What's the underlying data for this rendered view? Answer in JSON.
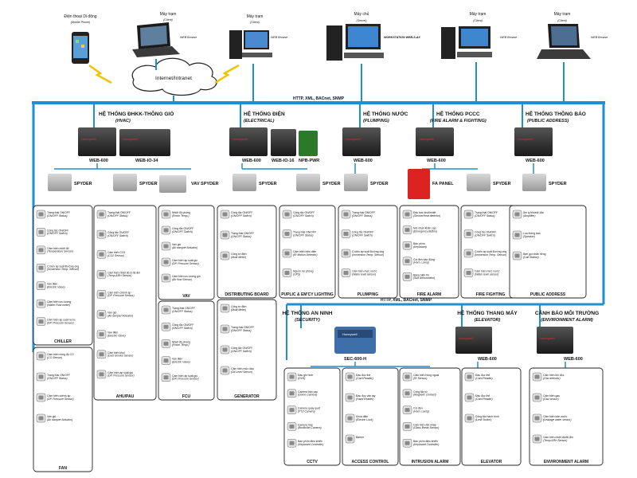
{
  "clients": [
    {
      "name": "Điện thoại Di động",
      "sub": "(Mobile Phone)"
    },
    {
      "name": "Máy trạm",
      "sub": "(Client)",
      "extra": "WEB Browse"
    },
    {
      "name": "Máy trạm",
      "sub": "(Client)",
      "extra": "WEB Browse"
    },
    {
      "name": "Máy chủ",
      "sub": "(Server)",
      "extra": "WORKSTATION WEB-S-AX"
    },
    {
      "name": "Máy trạm",
      "sub": "(Client)",
      "extra": "WEB Browse"
    },
    {
      "name": "Máy trạm",
      "sub": "(Client)",
      "extra": "WEB Browse"
    }
  ],
  "cloud_label": "Internet/Intranet",
  "bus_label": "HTTP, XML, BACnet, SNMP",
  "bus_label2": "HTTP, XML, BACnet, SNMP",
  "systems": [
    {
      "title": "HỆ THỐNG ĐHKK-THÔNG GIÓ",
      "sub": "(HVAC)",
      "controllers": [
        "WEB-600",
        "WEB-IO-34"
      ],
      "modules": [
        "SPYDER",
        "SPYDER",
        "VAV SPYDER"
      ]
    },
    {
      "title": "HỆ THỐNG ĐIỆN",
      "sub": "(ELECTRICAL)",
      "controllers": [
        "WEB-600",
        "WEB-IO-16",
        "NPB-PWR"
      ],
      "modules": [
        "SPYDER",
        "SPYDER"
      ]
    },
    {
      "title": "HỆ THỐNG NƯỚC",
      "sub": "(PLUMPING)",
      "controllers": [
        "WEB-600"
      ],
      "modules": [
        "SPYDER"
      ]
    },
    {
      "title": "HỆ THỐNG PCCC",
      "sub": "(FIRE ALARM & FIGHTING)",
      "controllers": [
        "WEB-600"
      ],
      "modules": [
        "FA PANEL",
        "SPYDER"
      ]
    },
    {
      "title": "HỆ THỐNG THÔNG BÁO",
      "sub": "(PUBLIC ADDRESS)",
      "controllers": [
        "WEB-600"
      ],
      "modules": [
        "SPYDER"
      ]
    }
  ],
  "brand": "Honeywell",
  "groups": [
    {
      "name": "CHILLER",
      "items": [
        "Trạng thái ON/OFF (ON/OFF Status)",
        "Công tắc ON/OFF (ON/OFF Switch)",
        "Cảm biến nhiệt độ (Temperature Sensor)",
        "C.biến áp suất Đường ống (Immersion Temp. Sensor)",
        "Van điện (Electric Valve)",
        "Cảm biến lưu lượng (Water Flow meter)",
        "Cảm biến áp suất nước (DP. Pressure Sensor)"
      ]
    },
    {
      "name": "FAN",
      "items": [
        "Cảm biến nồng độ CO (CO Sensor)",
        "Trạng thái ON/OFF (ON/OFF Status)",
        "Cảm biến chênh áp (DP. Pressure Sensor)",
        "Van gió (Air damper Actuator)"
      ]
    },
    {
      "name": "AHU/PAU",
      "items": [
        "Trạng thái ON/OFF (ON/OFF Status)",
        "Công tắc ON/OFF (ON/OFF Switch)",
        "Cảm biến CO2 (CO2 Sensor)",
        "Cảm biến nhiệt độ & độ ẩm (Temp.&RH Sensor)",
        "Cảm biến chênh áp (DP. Pressure Sensor)",
        "Van gió (Air damper Actuator)",
        "Van điện (Electric Valve)",
        "Cảm biến khói (Duct Smoke Sensor)",
        "Cảm biến áp suất gió (DP. Pressure Sensor)"
      ]
    },
    {
      "name": "VAV",
      "items": [
        "Nhiệt độ phòng (Room Temp.)",
        "Công tắc ON/OFF (ON/OFF Switch)",
        "Van gió (Air damper Actuator)",
        "Cảm biến áp suất gió (DP. Pressure Sensor)",
        "Cảm biến lưu lượng gió (Air flow Sensor)"
      ]
    },
    {
      "name": "FCU",
      "items": [
        "Trạng thái ON/OFF (ON/OFF Status)",
        "Công tắc ON/OFF (ON/OFF Switch)",
        "Nhiệt độ phòng (Room Temp.)",
        "Van điện (Electric Valve)",
        "Cảm biến áp suất gió (DP. Pressure Sensor)"
      ]
    },
    {
      "name": "DISTRIBUTING BOARD",
      "items": [
        "Công tắc ON/OFF (ON/OFF Switch)",
        "Trạng thái ON/OFF (ON/OFF Status)",
        "Công tơ điện (Multi Meter)"
      ]
    },
    {
      "name": "GENERATOR",
      "items": [
        "Công tơ điện (Multi Meter)",
        "Trạng thái ON/OFF (ON/OFF Status)",
        "Công tắc ON/OFF (ON/OFF Switch)",
        "Cảm biến mức dầu (Oil Level Sensor)"
      ]
    },
    {
      "name": "PUPLIC & EM'CY LIGHTING",
      "items": [
        "Công tắc ON/OFF (ON/OFF Switch)",
        "Trạng thái ON/OFF (ON/OFF Status)",
        "Cảm biến hiện diện (IR Motion Detector)",
        "Nguồn dự phòng (UPS)"
      ]
    },
    {
      "name": "PLUMPING",
      "items": [
        "Trạng thái ON/OFF (ON/OFF Status)",
        "Công tắc ON/OFF (ON/OFF Switch)",
        "C.biến áp suất Đường ống (Immersion Temp. Sensor)",
        "Cảm biến mức nước (Water level sensor)"
      ]
    },
    {
      "name": "FIRE ALARM",
      "items": [
        "Đầu báo khói/nhiệt (Smoke/Heat detector)",
        "Nút nhấn khẩn cấp (Emergency Button)",
        "Bàn phím (Keyboard)",
        "Còi đèn báo động (Horn, Lamp)",
        "Bảng hiển thị (Sub Annunciator)"
      ]
    },
    {
      "name": "FIRE FIGHTING",
      "items": [
        "Trạng thái ON/OFF (ON/OFF Status)",
        "Công tắc ON/OFF (ON/OFF Switch)",
        "C.biến áp suất Đường ống (Immersion Temp. Sensor)",
        "Cảm biến mức nước (Water level sensor)"
      ]
    },
    {
      "name": "PUBLIC ADDRESS",
      "items": [
        "Âm ly khuếch đại (Amplifier)",
        "Loa thông báo (Speaker)",
        "Bàn gọi nhắn riêng (Call Station)"
      ]
    }
  ],
  "bottom_systems": [
    {
      "title": "HỆ THỐNG AN NINH",
      "sub": "(SECURITY)",
      "controller": "SEC-600-H"
    },
    {
      "title": "HỆ THỐNG THANG MÁY",
      "sub": "(ELEVATOR)",
      "controller": "WEB-600"
    },
    {
      "title": "CẢNH BÁO MÔI TRƯỜNG",
      "sub": "(ENVIRONMENT ALARM)",
      "controller": "WEB-600"
    }
  ],
  "bottom_groups": [
    {
      "name": "CCTV",
      "items": [
        "Đầu ghi hình (DVR)",
        "Camera bán cầu (Dome Camera)",
        "Camera quay quét (PTZ Camera)",
        "Camera hộp (BoxBullet Camera)",
        "Bàn phím điều khiển (Keyboard Controller)"
      ]
    },
    {
      "name": "ACCESS CONTROL",
      "items": [
        "Đầu đọc thẻ (Card Reader)",
        "Đầu đọc vân tay (Hand Reader)",
        "Khóa điện (Electric Lock)",
        "Barrier"
      ]
    },
    {
      "name": "INTRUSION ALARM",
      "items": [
        "Cảm biến hồng ngoại (IR Sensor)",
        "Công tắc từ (Magnetic Contact)",
        "Còi đèn (Horn, Lamp)",
        "Cảm biến đột nhập (Glass Break Sensor)",
        "Bàn phím điều khiển (Keyboard Controller)"
      ]
    },
    {
      "name": "ELEVATOR",
      "items": [
        "Đầu đọc thẻ (Card Reader)",
        "Đầu đọc thẻ (Card Reader)",
        "Công tắc hành trình (Limit Switch)"
      ]
    },
    {
      "name": "ENVIRONMENT ALARM",
      "items": [
        "Cảm biến khí độc (Gas detector)",
        "Cảm biến gas (Gas sensor)",
        "Cảm biến tràn nước (Leakage water sensor)",
        "Cảm biến nhiệt độ/độ ẩm (Temp.&RH Sensor)"
      ]
    }
  ]
}
